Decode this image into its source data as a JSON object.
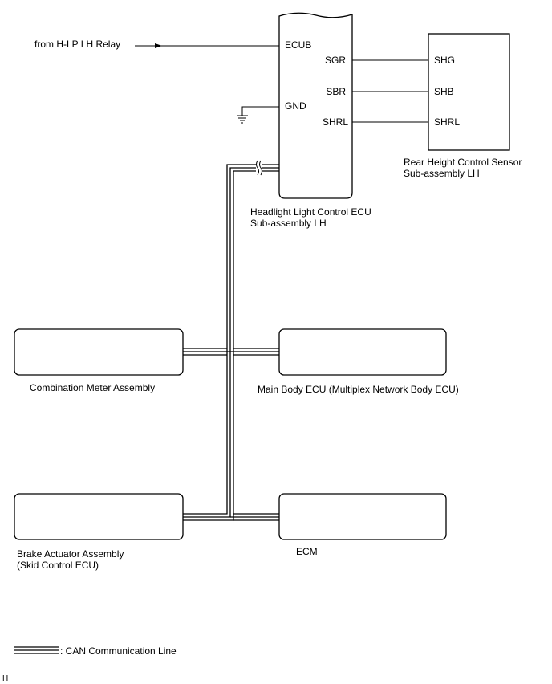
{
  "source_label": "from H-LP LH Relay",
  "ecu": {
    "pins": {
      "ecub": "ECUB",
      "gnd": "GND",
      "sgr": "SGR",
      "sbr": "SBR",
      "shrl": "SHRL"
    },
    "label_line1": "Headlight Light Control ECU",
    "label_line2": "Sub-assembly LH"
  },
  "sensor": {
    "pins": {
      "shg": "SHG",
      "shb": "SHB",
      "shrl": "SHRL"
    },
    "label_line1": "Rear Height Control Sensor",
    "label_line2": "Sub-assembly LH"
  },
  "combination_meter": {
    "label": "Combination Meter Assembly"
  },
  "main_body_ecu": {
    "label": "Main Body ECU (Multiplex Network Body ECU)"
  },
  "brake_actuator": {
    "label_line1": "Brake Actuator Assembly",
    "label_line2": "(Skid Control ECU)"
  },
  "ecm": {
    "label": "ECM"
  },
  "legend": {
    "can_line": ": CAN Communication Line"
  },
  "footer_mark": "H"
}
